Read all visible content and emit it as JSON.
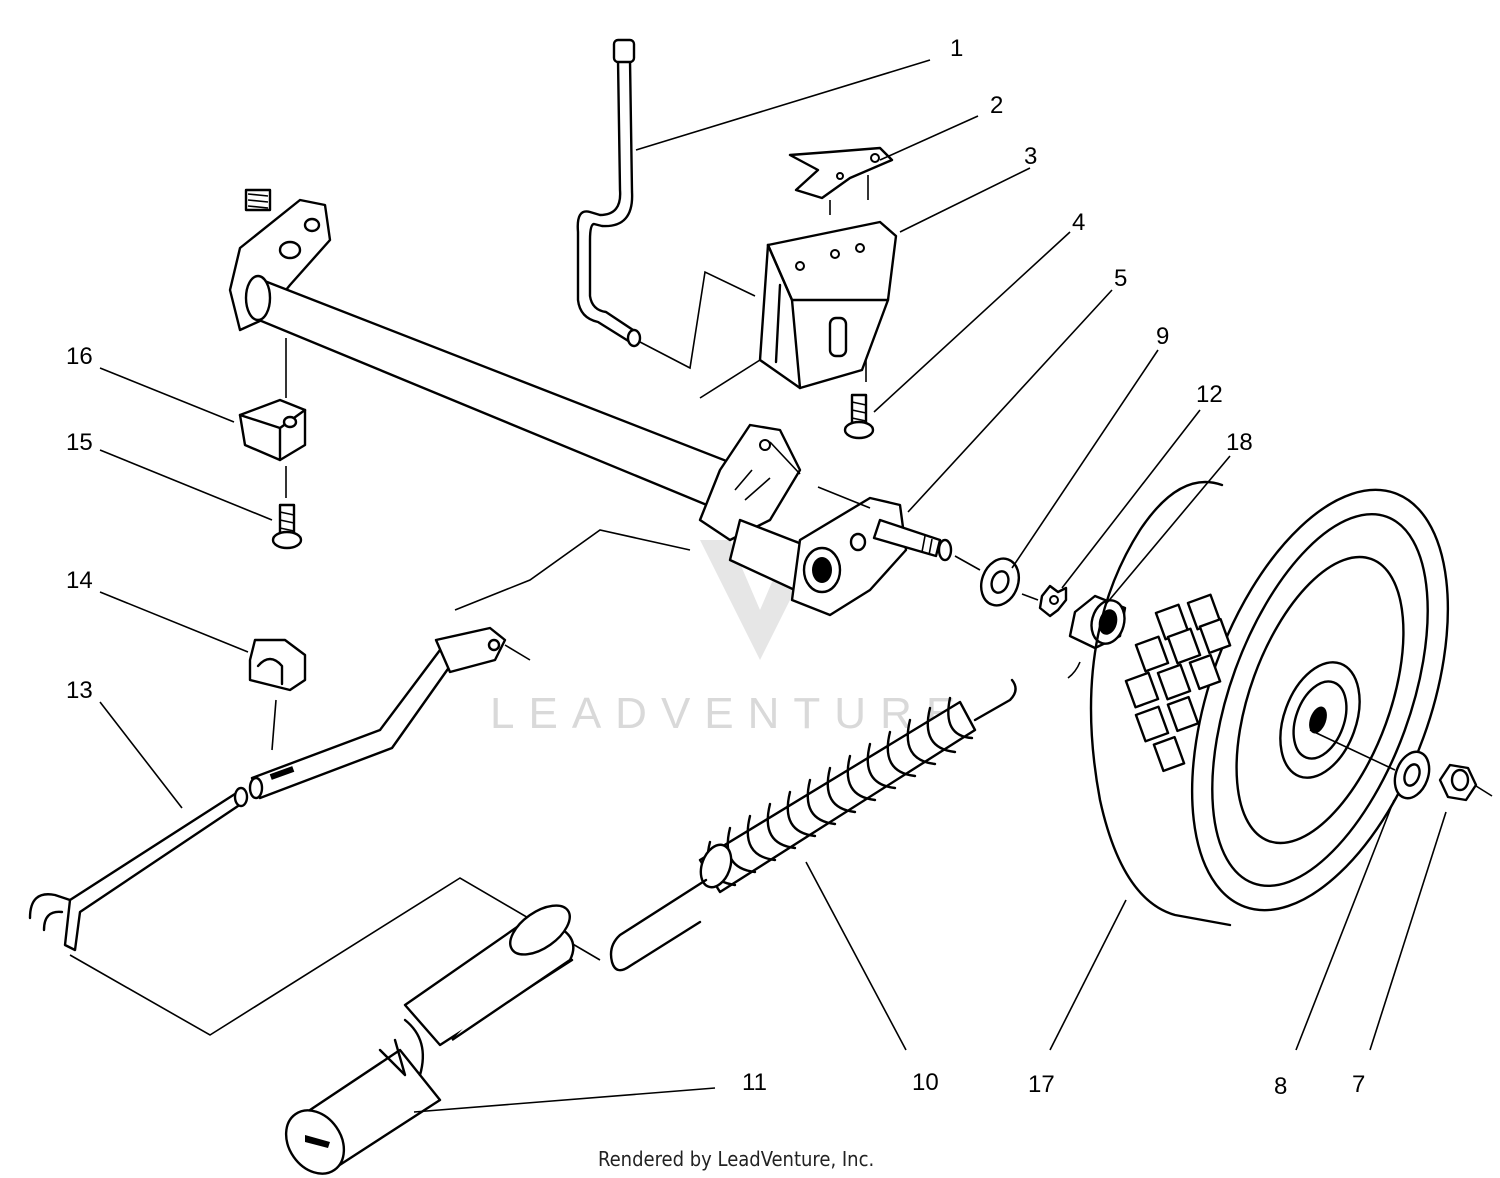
{
  "watermark": "LEADVENTURE",
  "credit": "Rendered by LeadVenture, Inc.",
  "callouts": {
    "c1": "1",
    "c2": "2",
    "c3": "3",
    "c4": "4",
    "c5": "5",
    "c7": "7",
    "c8": "8",
    "c9": "9",
    "c10": "10",
    "c11": "11",
    "c12": "12",
    "c13": "13",
    "c14": "14",
    "c15": "15",
    "c16": "16",
    "c17": "17",
    "c18": "18"
  }
}
